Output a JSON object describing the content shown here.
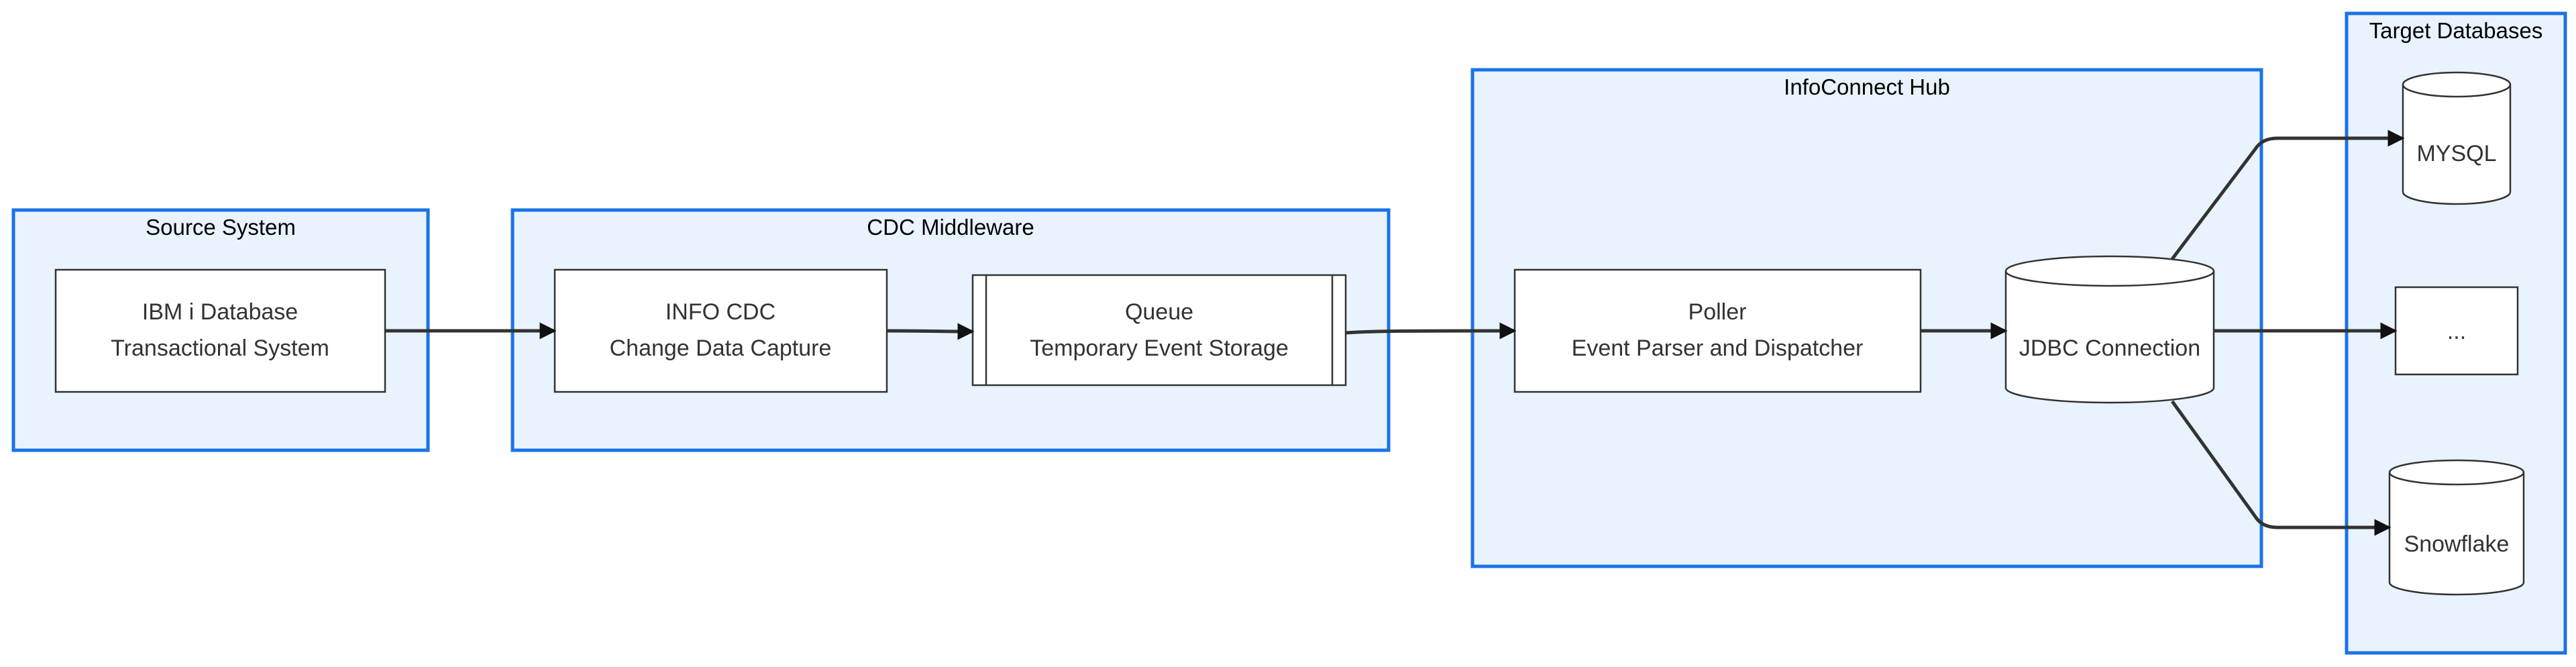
{
  "groups": {
    "source": "Source System",
    "cdc": "CDC Middleware",
    "hub": "InfoConnect Hub",
    "targets": "Target Databases"
  },
  "nodes": {
    "ibm": {
      "line1": "IBM i Database",
      "line2": "Transactional System"
    },
    "info_cdc": {
      "line1": "INFO CDC",
      "line2": "Change Data Capture"
    },
    "queue": {
      "line1": "Queue",
      "line2": "Temporary Event Storage"
    },
    "poller": {
      "line1": "Poller",
      "line2": "Event Parser and Dispatcher"
    },
    "jdbc": {
      "label": "JDBC Connection"
    },
    "mysql": {
      "label": "MYSQL"
    },
    "other": {
      "label": "..."
    },
    "snowflake": {
      "label": "Snowflake"
    }
  },
  "edges": [
    {
      "from": "IBM i Database",
      "to": "INFO CDC"
    },
    {
      "from": "INFO CDC",
      "to": "Queue"
    },
    {
      "from": "Queue",
      "to": "Poller"
    },
    {
      "from": "Poller",
      "to": "JDBC Connection"
    },
    {
      "from": "JDBC Connection",
      "to": "MYSQL"
    },
    {
      "from": "JDBC Connection",
      "to": "..."
    },
    {
      "from": "JDBC Connection",
      "to": "Snowflake"
    }
  ],
  "colors": {
    "group_fill": "#e8f3fd",
    "group_border": "#1a73e8",
    "node_border": "#333333",
    "text": "#333333"
  }
}
